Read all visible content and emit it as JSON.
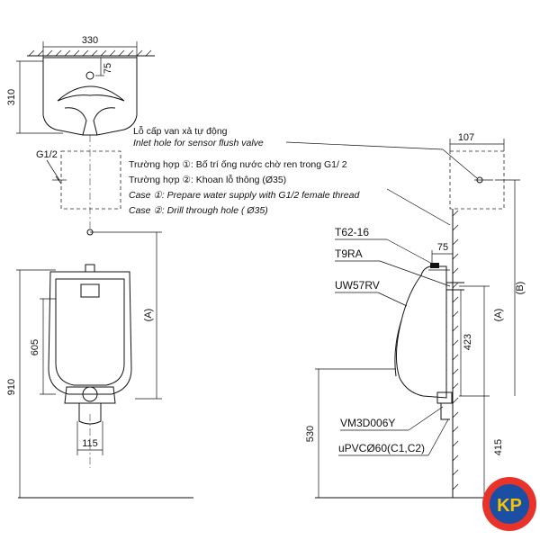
{
  "dimensions": {
    "top_width": "330",
    "top_depth": "310",
    "top_inlet_offset": "75",
    "side_pipe": "G1/2",
    "right_offset": "107",
    "rim_height": "910",
    "a_height": "605",
    "bottom_width": "115",
    "side_75": "75",
    "side_423": "423",
    "side_530": "530",
    "side_415": "415",
    "label_a_front": "(A)",
    "label_a_side": "(A)",
    "label_b_side": "(B)"
  },
  "notes": {
    "inlet_vi": "Lỗ cấp van xả tự động",
    "inlet_en": "Inlet hole for sensor flush valve",
    "case1_vi": "Trường hợp ①: Bố trí ống nước chờ ren trong G1/ 2",
    "case2_vi": "Trường hợp ②: Khoan lỗ thông (Ø35)",
    "case1_en": "Case ①: Prepare water supply with G1/2 female thread",
    "case2_en": "Case ②: Drill through hole ( Ø35)"
  },
  "parts": {
    "t62": "T62-16",
    "t9ra": "T9RA",
    "uw57rv": "UW57RV",
    "vm3d": "VM3D006Y",
    "upvc": "uPVCØ60(C1,C2)"
  },
  "logo": {
    "text": "KP",
    "colors": {
      "outer": "#e8332a",
      "inner": "#1b4fa3",
      "text": "#f5c400"
    }
  }
}
